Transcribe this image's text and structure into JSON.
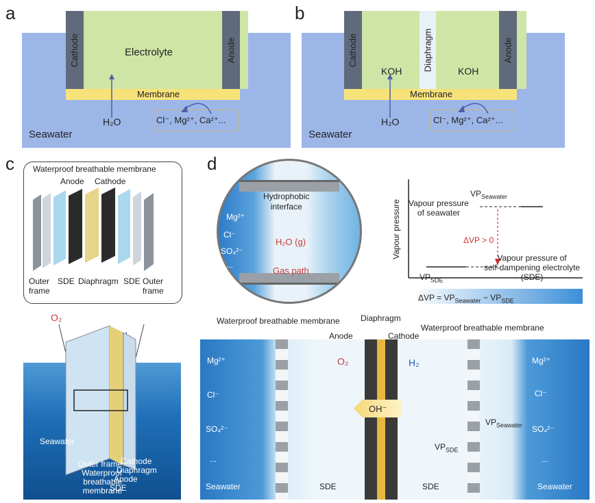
{
  "panel_a": {
    "letter": "a",
    "cathode": "Cathode",
    "anode": "Anode",
    "electrolyte": "Electrolyte",
    "membrane": "Membrane",
    "h2o": "H₂O",
    "ions": "Cl⁻, Mg²⁺, Ca²⁺...",
    "seawater": "Seawater"
  },
  "panel_b": {
    "letter": "b",
    "cathode": "Cathode",
    "anode": "Anode",
    "diaphragm": "Diaphragm",
    "koh_left": "KOH",
    "koh_right": "KOH",
    "membrane": "Membrane",
    "h2o": "H₂O",
    "ions": "Cl⁻, Mg²⁺, Ca²⁺...",
    "seawater": "Seawater"
  },
  "panel_c": {
    "letter": "c",
    "top_title": "Waterproof breathable membrane",
    "anode": "Anode",
    "cathode": "Cathode",
    "outer_frame_l": "Outer\nframe",
    "sde_l": "SDE",
    "diaphragm": "Diaphragm",
    "sde_r": "SDE",
    "outer_frame_r": "Outer\nframe",
    "o2": "O₂",
    "h2": "H₂",
    "seawater": "Seawater",
    "stack_labels": [
      "Cathode",
      "Diaphragm",
      "Anode",
      "SDE"
    ],
    "left_labels": [
      "Outer frame",
      "Waterproof",
      "breathable",
      "membrane"
    ]
  },
  "panel_d": {
    "letter": "d",
    "hydrophobic": "Hydrophobic\ninterface",
    "mg": "Mg²⁺",
    "cl": "Cl⁻",
    "so4": "SO₄²⁻",
    "dots": "...",
    "h2o_g": "H₂O (g)",
    "gas_path": "Gas path",
    "graph": {
      "ylabel": "Vapour pressure",
      "vp_seawater": "VP",
      "vp_seawater_sub": "Seawater",
      "vp_sea_desc": "Vapour pressure\nof seawater",
      "delta": "ΔVP > 0",
      "vp_sde_desc": "Vapour pressure of\nself-dampening electrolyte\n(SDE)",
      "vp_sde": "VP",
      "vp_sde_sub": "SDE",
      "equation": "ΔVP = VP",
      "eq_sub1": "Seawater",
      "eq_mid": " − VP",
      "eq_sub2": "SDE"
    },
    "wbm_left": "Waterproof breathable membrane",
    "diaphragm": "Diaphragm",
    "wbm_right": "Waterproof breathable membrane",
    "anode": "Anode",
    "cathode": "Cathode",
    "o2": "O₂",
    "h2": "H₂",
    "oh": "OH⁻",
    "vp_seawater": "VP",
    "vp_seawater_sub": "Seawater",
    "vp_sde": "VP",
    "vp_sde_sub": "SDE",
    "mg_r": "Mg²⁺",
    "cl_r": "Cl⁻",
    "so4_r": "SO₄²⁻",
    "dots_r": "...",
    "seawater_l": "Seawater",
    "sde_l": "SDE",
    "sde_r": "SDE",
    "seawater_r": "Seawater"
  },
  "colors": {
    "seawater": "#9db6e8",
    "electrolyte": "#cfe5a6",
    "membrane": "#f7e27a",
    "electrode": "#5f6b7c",
    "deep_sea": "#1f6fb8"
  }
}
